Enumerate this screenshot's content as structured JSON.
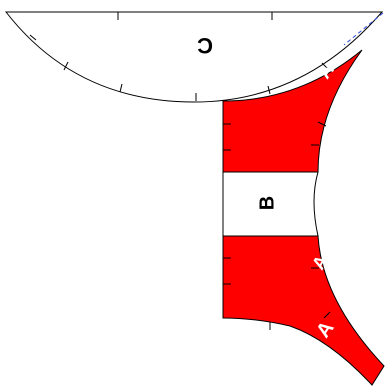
{
  "diagram": {
    "label_c": "C",
    "label_b": "B",
    "label_a_top": "A",
    "label_a_right": "A",
    "label_a_bottom": "A",
    "colors": {
      "red": "#ff0000",
      "white": "#ffffff",
      "stroke": "#000000",
      "dash": "#2b4bd6"
    }
  }
}
